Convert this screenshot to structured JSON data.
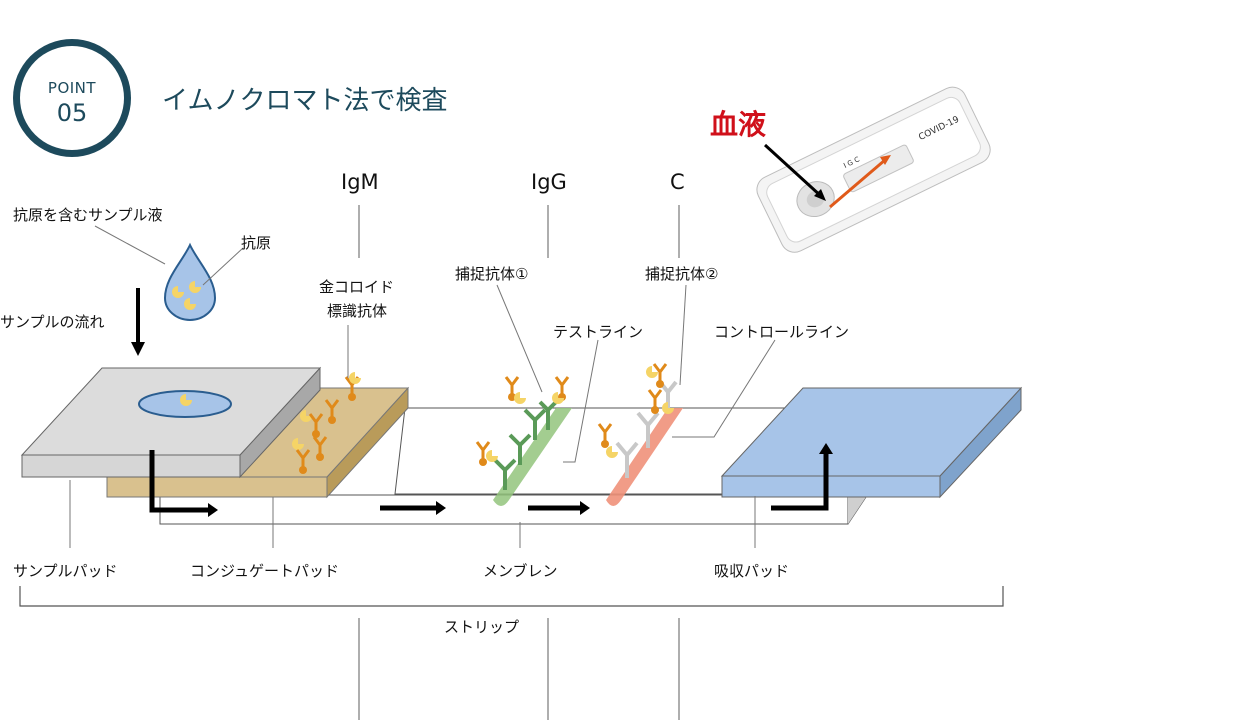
{
  "header": {
    "badge_word": "POINT",
    "badge_number": "05",
    "title": "イムノクロマト法で検査"
  },
  "labels": {
    "sample_liquid": "抗原を含むサンプル液",
    "antigen": "抗原",
    "sample_flow": "サンプルの流れ",
    "igm": "IgM",
    "igg": "IgG",
    "c": "C",
    "gold_antibody_line1": "金コロイド",
    "gold_antibody_line2": "標識抗体",
    "capture_antibody_1": "捕捉抗体①",
    "capture_antibody_2": "捕捉抗体②",
    "test_line": "テストライン",
    "control_line": "コントロールライン",
    "sample_pad": "サンプルパッド",
    "conjugate_pad": "コンジュゲートパッド",
    "membrane": "メンブレン",
    "absorbent_pad": "吸収パッド",
    "strip": "ストリップ",
    "blood": "血液"
  },
  "kit": {
    "brand_text": "COVID-19",
    "marks": "I G C"
  },
  "colors": {
    "navy": "#1d4a5c",
    "blood_red": "#d0101a",
    "sample_pad": "#d6d6d6",
    "conjugate_pad": "#d9c18e",
    "absorbent_pad": "#a7c4e8",
    "test_line": "#93c47d",
    "control_line": "#f0917a",
    "gold_antibody": "#e08a1a",
    "antigen": "#f5d466"
  }
}
